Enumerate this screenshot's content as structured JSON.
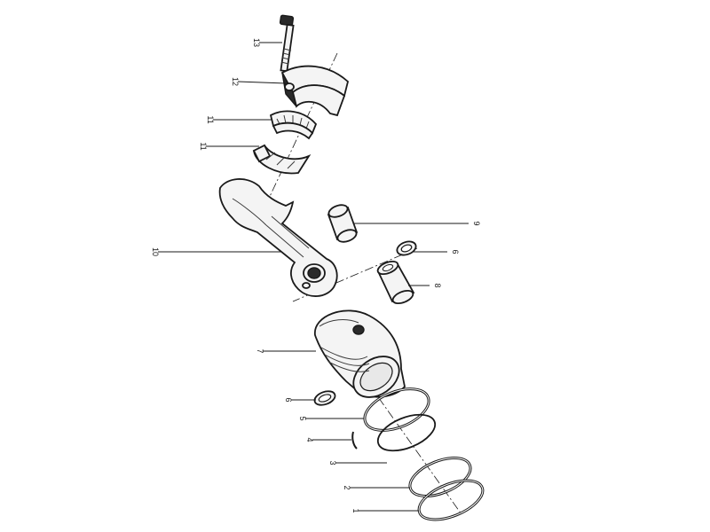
{
  "callouts": {
    "c1": "1",
    "c2": "2",
    "c3": "3",
    "c4": "4",
    "c5": "5",
    "c6a": "6",
    "c6b": "6",
    "c7": "7",
    "c8": "8",
    "c9": "9",
    "c10": "10",
    "c11a": "11",
    "c11b": "11",
    "c12": "12",
    "c13": "13"
  },
  "colors": {
    "ink": "#1a1a1a",
    "paper": "#ffffff"
  }
}
